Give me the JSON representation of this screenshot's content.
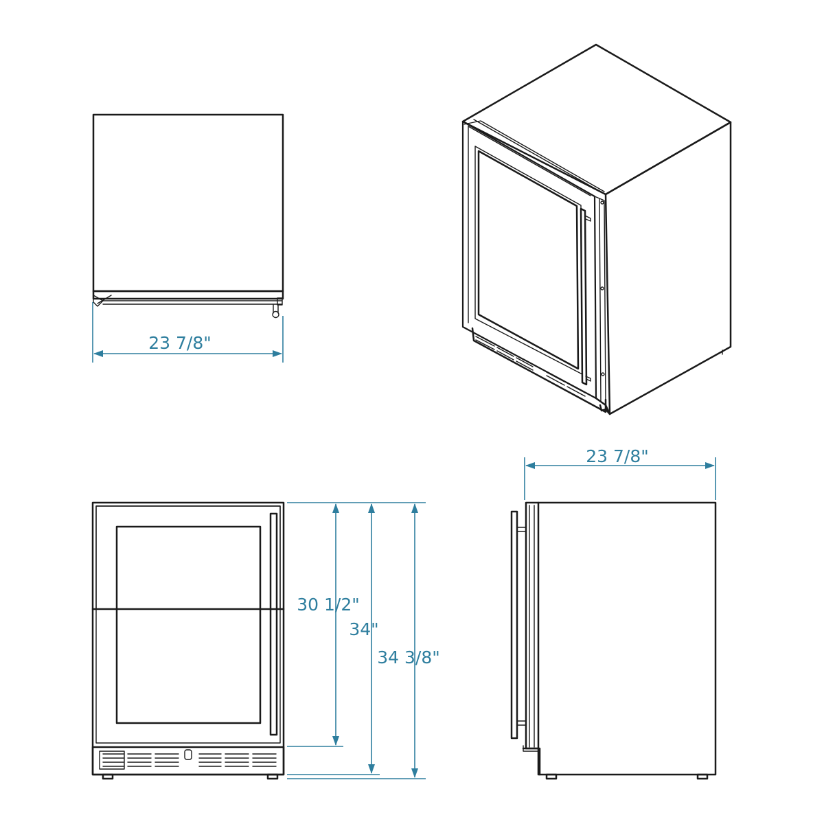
{
  "views": {
    "top": {
      "width_label": "23 7/8\""
    },
    "front": {
      "height_door_label": "30 1/2\"",
      "height_body_label": "34\"",
      "height_max_label": "34 3/8\""
    },
    "side": {
      "depth_label": "23 7/8\""
    }
  },
  "colors": {
    "line": "#1a1a1a",
    "dimension": "#2e7e9e",
    "background": "#ffffff"
  }
}
